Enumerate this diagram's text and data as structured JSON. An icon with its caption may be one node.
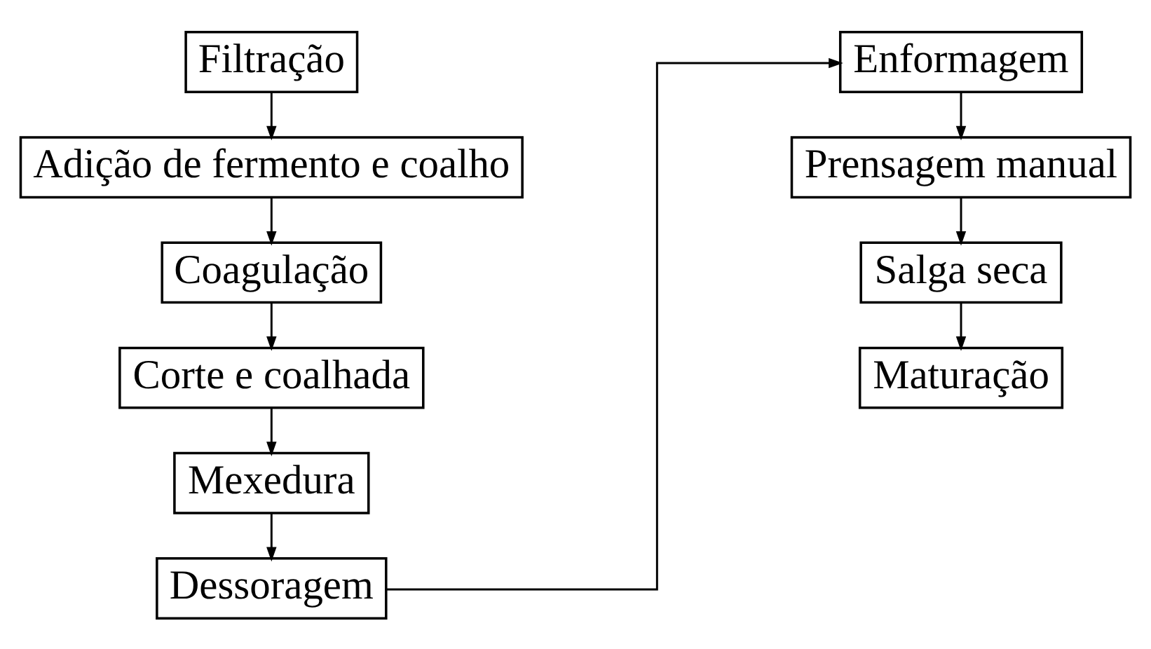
{
  "diagram": {
    "nodes": [
      {
        "text": [
          "Filtração"
        ]
      },
      {
        "text": [
          "Adição de fermento e coalho"
        ]
      },
      {
        "text": [
          "Coagulação"
        ]
      },
      {
        "text": [
          "Corte e coalhada"
        ]
      },
      {
        "text": [
          "Mexedura"
        ]
      },
      {
        "text": [
          "Dessoragem"
        ]
      },
      {
        "text": [
          "Enformagem"
        ]
      },
      {
        "text": [
          "Prensagem manual"
        ]
      },
      {
        "text": [
          "Salga seca"
        ]
      },
      {
        "text": [
          "Maturação"
        ]
      }
    ],
    "edges": [
      {
        "from": 0,
        "to": 1,
        "arrow": "to"
      },
      {
        "from": 1,
        "to": 2,
        "arrow": "to"
      },
      {
        "from": 2,
        "to": 3,
        "arrow": "to"
      },
      {
        "from": 3,
        "to": 4,
        "arrow": "to"
      },
      {
        "from": 4,
        "to": 5,
        "arrow": "to"
      },
      {
        "from": 5,
        "to": 6,
        "arrow": "to"
      },
      {
        "from": 6,
        "to": 7,
        "arrow": "to"
      },
      {
        "from": 7,
        "to": 8,
        "arrow": "to"
      },
      {
        "from": 8,
        "to": 9,
        "arrow": "to"
      }
    ]
  }
}
